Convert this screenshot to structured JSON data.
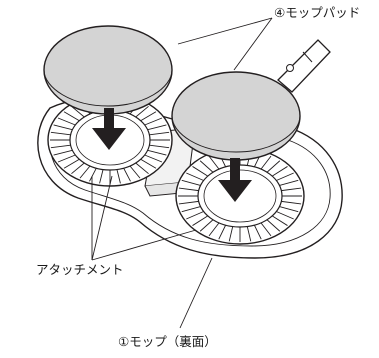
{
  "labels": {
    "mop_pad": "④モップパッド",
    "attachment": "アタッチメント",
    "mop_back": "①モップ（裏面）"
  },
  "colors": {
    "pad": "#d4d4d4",
    "stroke": "#231f20",
    "body": "#ffffff"
  }
}
